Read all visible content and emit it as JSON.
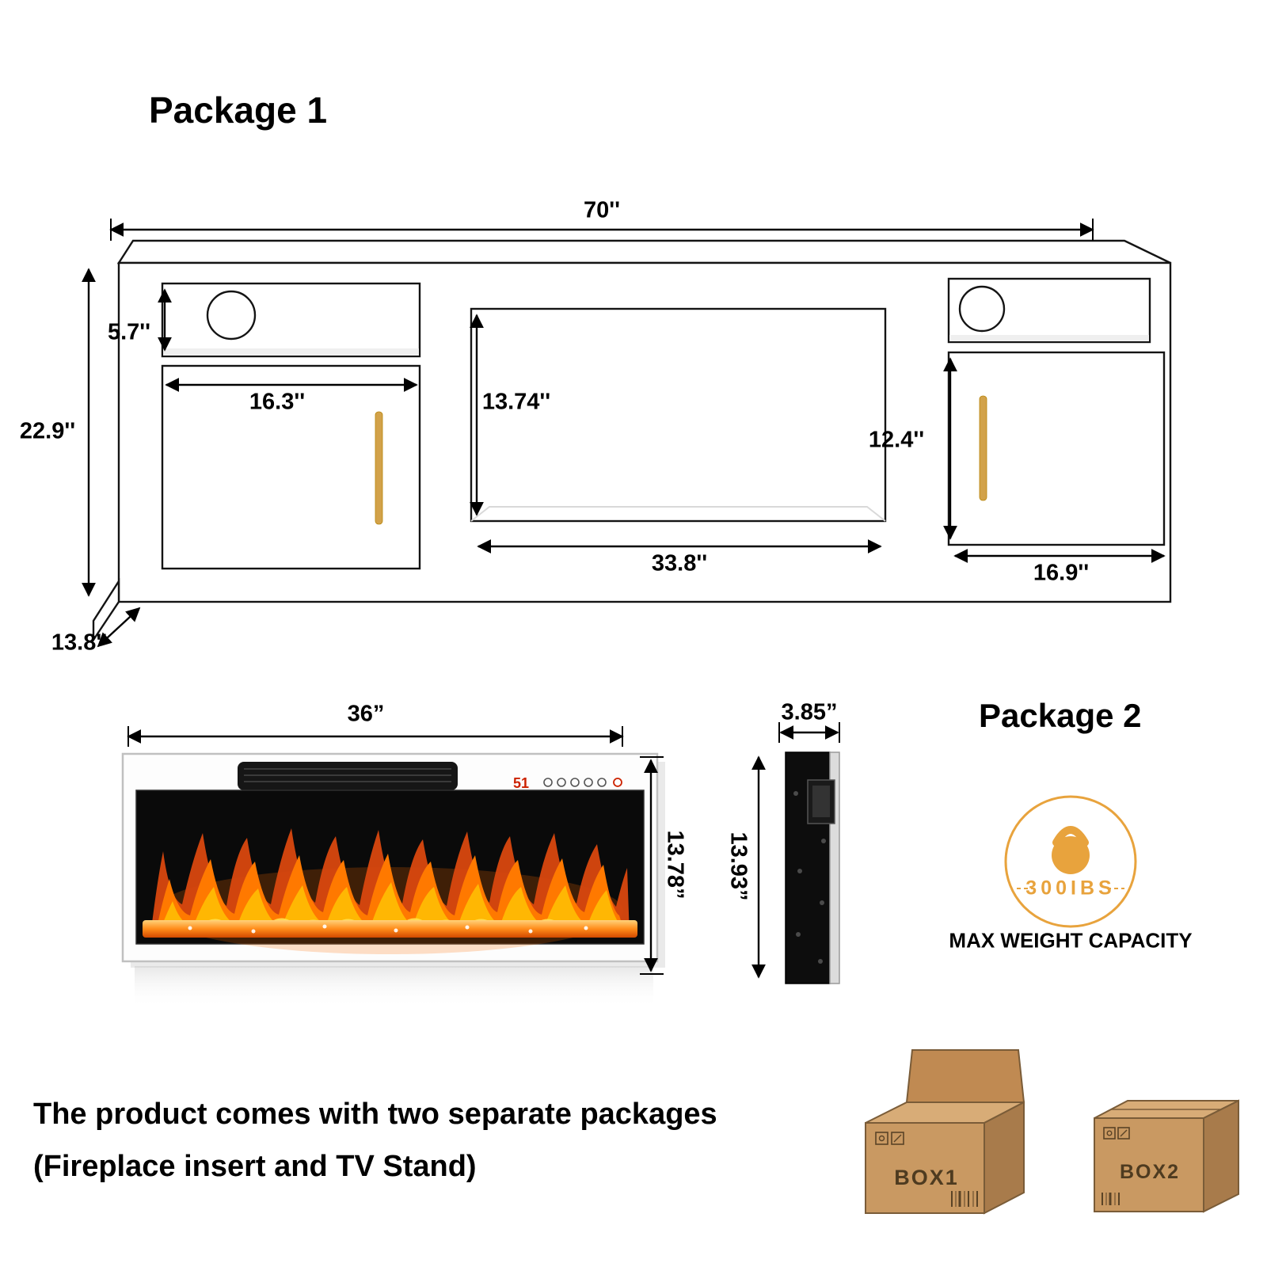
{
  "package1": {
    "title": "Package 1",
    "dimensions": {
      "overall_width": "70''",
      "left_shelf_height": "5.7''",
      "left_shelf_width": "16.3''",
      "center_opening_height": "13.74''",
      "overall_height": "22.9''",
      "right_cabinet_height": "12.4''",
      "center_opening_width": "33.8''",
      "right_cabinet_width": "16.9''",
      "depth": "13.8''"
    }
  },
  "package2": {
    "title": "Package 2",
    "fireplace": {
      "width": "36”",
      "height": "13.78”",
      "display_value": "51"
    },
    "side_view": {
      "depth": "3.85”",
      "height": "13.93”"
    },
    "weight_capacity": {
      "value": "300IBS",
      "label": "MAX WEIGHT CAPACITY"
    }
  },
  "footer": {
    "line1": "The product comes with two separate packages",
    "line2": "(Fireplace insert and TV Stand)"
  },
  "boxes": {
    "box1_label": "BOX1",
    "box2_label": "BOX2"
  }
}
